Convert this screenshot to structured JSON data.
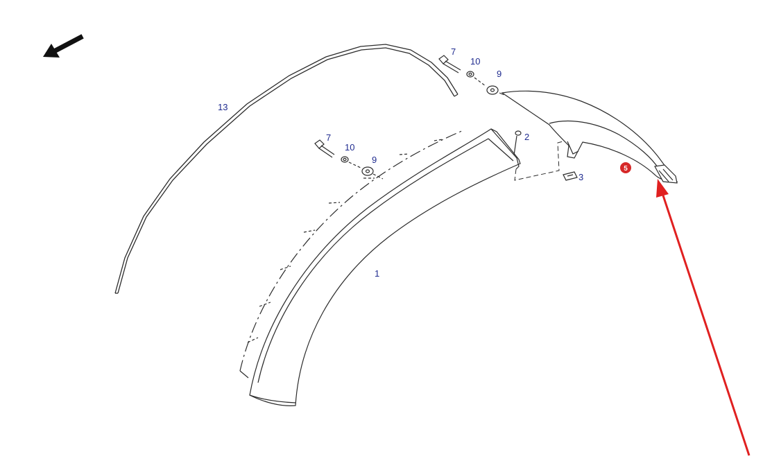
{
  "labels": {
    "fender": "1",
    "screw": "2",
    "clip": "3",
    "bolt_upper": "7",
    "washer_small_upper": "10",
    "washer_large_upper": "9",
    "bolt_lower": "7",
    "washer_small_lower": "10",
    "washer_large_lower": "9",
    "edge_strip": "13"
  },
  "callout": {
    "number": "5"
  },
  "colors": {
    "line": "#2b2b2b",
    "label": "#1f2b8f",
    "callout": "#d62828",
    "arrow": "#e02020",
    "fill": "#ffffff"
  },
  "icons": {
    "direction_arrow": "thick-arrow-down-left-icon",
    "pointer_arrow": "red-arrow-up-icon"
  }
}
